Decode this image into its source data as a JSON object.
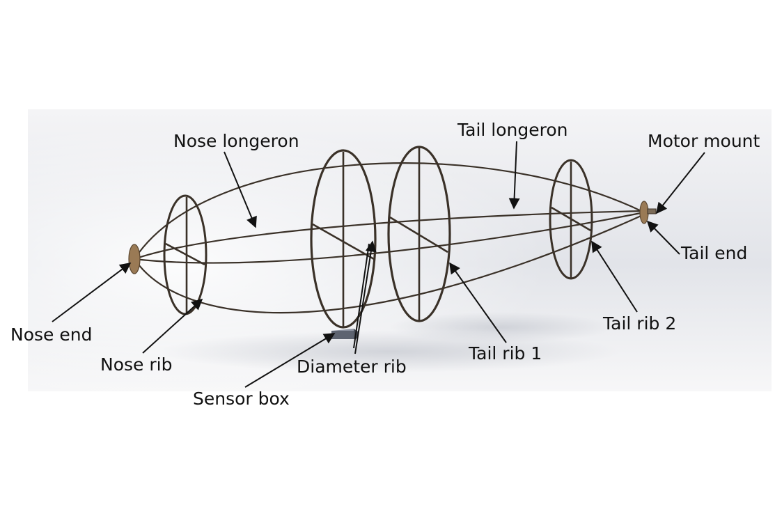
{
  "labels": {
    "nose_longeron": "Nose longeron",
    "tail_longeron": "Tail longeron",
    "motor_mount": "Motor mount",
    "tail_end": "Tail end",
    "tail_rib_2": "Tail rib 2",
    "tail_rib_1": "Tail rib 1",
    "diameter_rib": "Diameter rib",
    "sensor_box": "Sensor box",
    "nose_rib": "Nose rib",
    "nose_end": "Nose end"
  },
  "colors": {
    "frame": "#3a3128",
    "end_cap": "#9a7a55",
    "sensor_box": "#6a6f7a",
    "background_light": "#ffffff",
    "background_grey": "#dfe1e6",
    "arrow": "#111111",
    "text": "#111111"
  }
}
